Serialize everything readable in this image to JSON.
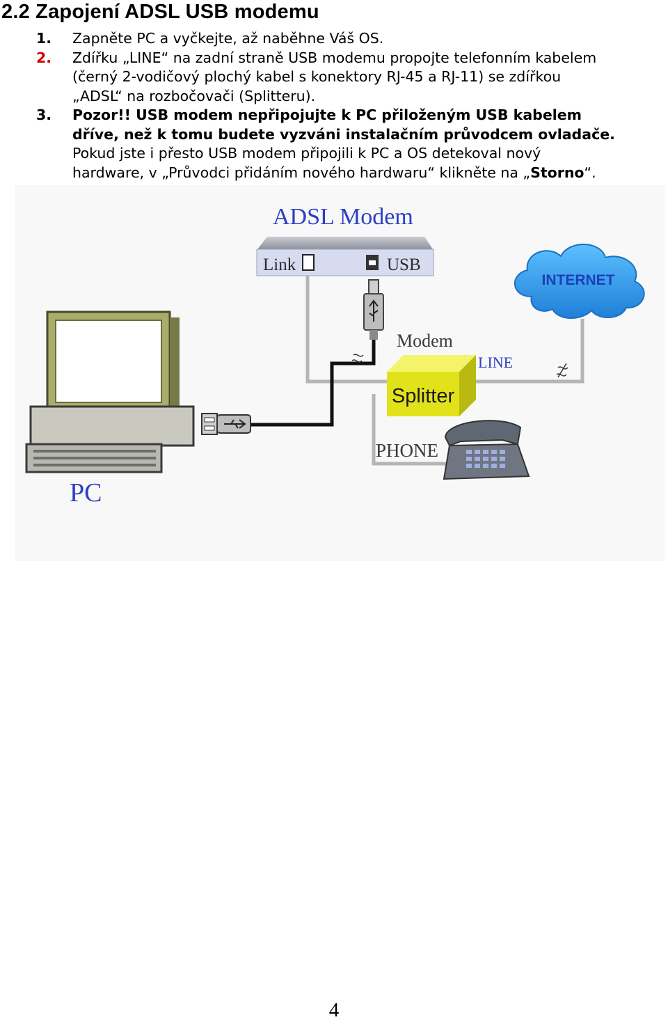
{
  "heading": "2.2 Zapojení ADSL USB modemu",
  "steps": [
    {
      "number": "1.",
      "lines": [
        "Zapněte PC a vyčkejte, až naběhne Váš OS."
      ]
    },
    {
      "number": "2.",
      "lines": [
        "Zdířku „LINE“ na zadní straně USB modemu propojte telefonním kabelem",
        "(černý 2-vodičový plochý kabel s konektory RJ-45 a RJ-11) se zdířkou",
        "„ADSL“ na rozbočovači (Splitteru)."
      ]
    },
    {
      "number": "3.",
      "bold_lead": "Pozor!!",
      "bold_rest": " USB modem nepřipojujte k PC přiloženým USB kabelem",
      "bold_line2": "dříve, než k tomu budete vyzváni instalačním průvodcem ovladače.",
      "line3": "Pokud jste i přesto USB modem připojili k PC a OS detekoval nový",
      "line4_pre": "hardware, v „Průvodci přidáním nového hardwaru“ klikněte na „",
      "line4_bold": "Storno",
      "line4_post": "“."
    }
  ],
  "diagram": {
    "modem_title": "ADSL Modem",
    "port_link": "Link",
    "port_usb": "USB",
    "cloud": "INTERNET",
    "splitter_modem": "Modem",
    "splitter": "Splitter",
    "line": "LINE",
    "phone": "PHONE",
    "pc": "PC"
  },
  "page_number": "4",
  "colors": {
    "step2_number": "#d40000",
    "label_blue": "#2d3fc4",
    "splitter_yellow": "#e2e21a",
    "modem_grey": "#a9abb5",
    "cloud_blue": "#2f9cf0",
    "cable_grey": "#b8b8b8"
  }
}
